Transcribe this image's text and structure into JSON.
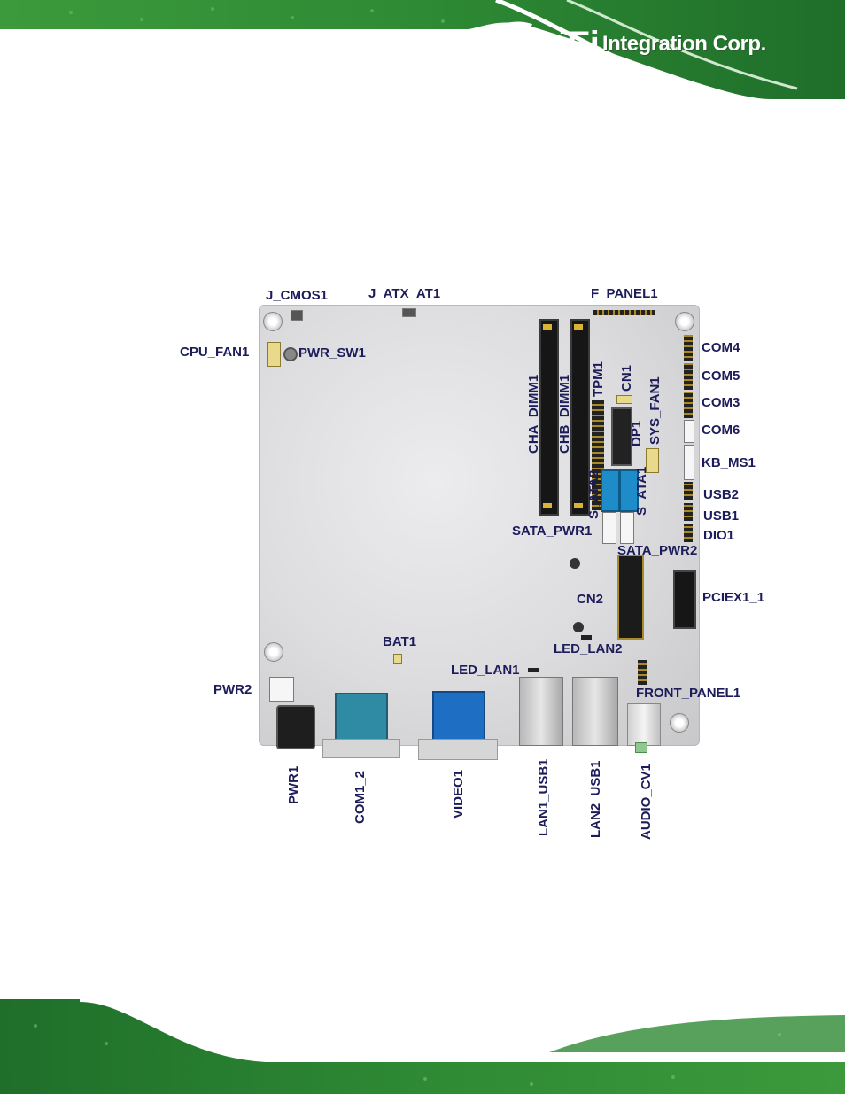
{
  "header": {
    "logo_mark": "iEi",
    "logo_text": "Integration Corp."
  },
  "colors": {
    "header_green": "#2e8b3a",
    "label_navy": "#1c1c5a",
    "sata_blue": "#1d8cc8",
    "com_teal": "#2f8aa3",
    "video_blue": "#1e6fc4"
  },
  "labels": {
    "j_cmos1": "J_CMOS1",
    "j_atx_at1": "J_ATX_AT1",
    "f_panel1": "F_PANEL1",
    "cpu_fan1": "CPU_FAN1",
    "pwr_sw1": "PWR_SW1",
    "com4": "COM4",
    "com5": "COM5",
    "com3": "COM3",
    "com6": "COM6",
    "kb_ms1": "KB_MS1",
    "usb2": "USB2",
    "usb1": "USB1",
    "dio1": "DIO1",
    "sata_pwr1": "SATA_PWR1",
    "sata_pwr2": "SATA_PWR2",
    "cn2": "CN2",
    "pciex1_1": "PCIEX1_1",
    "bat1": "BAT1",
    "led_lan2": "LED_LAN2",
    "led_lan1": "LED_LAN1",
    "pwr2": "PWR2",
    "front_panel1": "FRONT_PANEL1"
  },
  "vertical_labels": {
    "cha_dimm1": "CHA_DIMM1",
    "chb_dimm1": "CHB_DIMM1",
    "tpm1": "TPM1",
    "cn1": "CN1",
    "dp1": "DP1",
    "sys_fan1": "SYS_FAN1",
    "s_ata2": "S_ATA2",
    "s_ata1": "S_ATA1",
    "pwr1": "PWR1",
    "com1_2": "COM1_2",
    "video1": "VIDEO1",
    "lan1_usb1": "LAN1_USB1",
    "lan2_usb1": "LAN2_USB1",
    "audio_cv1": "AUDIO_CV1"
  }
}
